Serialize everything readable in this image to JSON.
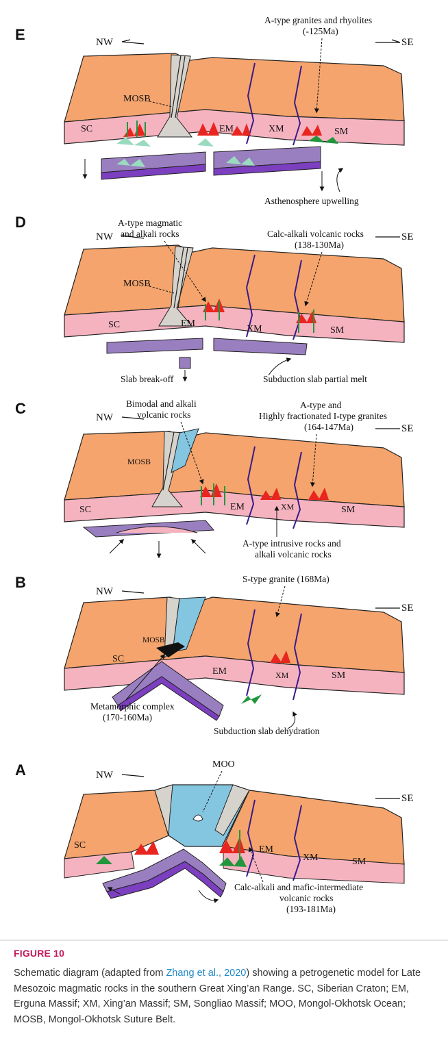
{
  "colors": {
    "crust": "#f4a46c",
    "crust_lower": "#f5b3c0",
    "suture": "#d6d2cc",
    "ocean": "#84c5e0",
    "slab": "#9a7fc0",
    "slab_edge": "#7b3fbf",
    "melt_red": "#e8251f",
    "melt_green": "#22963c",
    "melt_lightgreen": "#9adbc0",
    "massif_boundary": "#3a1a8a",
    "link": "#1e88c7",
    "caption_label": "#c2185b"
  },
  "direction": {
    "nw": "NW",
    "se": "SE"
  },
  "panels": {
    "E": {
      "letter": "E",
      "label_a_type": "A-type granites and rhyolites",
      "age": "(-125Ma)",
      "mosb": "MOSB",
      "sc": "SC",
      "em": "EM",
      "xm": "XM",
      "sm": "SM",
      "asthenosphere": "Asthenosphere upwelling"
    },
    "D": {
      "letter": "D",
      "label_magmatic_1": "A-type magmatic",
      "label_magmatic_2": "and alkali rocks",
      "label_calc_1": "Calc-alkali volcanic rocks",
      "label_calc_2": "(138-130Ma)",
      "mosb": "MOSB",
      "sc": "SC",
      "em": "EM",
      "xm": "XM",
      "sm": "SM",
      "slab_breakoff": "Slab break-off",
      "slab_melt": "Subduction slab partial melt"
    },
    "C": {
      "letter": "C",
      "label_bimodal_1": "Bimodal and alkali",
      "label_bimodal_2": "volcanic rocks",
      "label_atype_1": "A-type and",
      "label_atype_2": "Highly fractionated I-type granites",
      "label_atype_3": "(164-147Ma)",
      "mosb": "MOSB",
      "sc": "SC",
      "em": "EM",
      "xm": "XM",
      "sm": "SM",
      "intrusive_1": "A-type intrusive rocks and",
      "intrusive_2": "alkali volcanic rocks"
    },
    "B": {
      "letter": "B",
      "s_type": "S-type granite (168Ma)",
      "mosb": "MOSB",
      "sc": "SC",
      "em": "EM",
      "xm": "XM",
      "sm": "SM",
      "metamorphic_1": "Metamorphic complex",
      "metamorphic_2": "(170-160Ma)",
      "dehydration": "Subduction slab dehydration"
    },
    "A": {
      "letter": "A",
      "moo": "MOO",
      "sc": "SC",
      "em": "EM",
      "xm": "XM",
      "sm": "SM",
      "calc_1": "Calc-alkali and mafic-intermediate",
      "calc_2": "volcanic rocks",
      "calc_3": "(193-181Ma)"
    }
  },
  "caption": {
    "label": "FIGURE 10",
    "text_before": "Schematic diagram (adapted from ",
    "link": "Zhang et al., 2020",
    "text_after": ") showing a petrogenetic model for Late Mesozoic magmatic rocks in the southern Great Xing’an Range. SC, Siberian Craton; EM, Erguna Massif; XM, Xing’an Massif; SM, Songliao Massif; MOO, Mongol-Okhotsk Ocean; MOSB, Mongol-Okhotsk Suture Belt."
  }
}
